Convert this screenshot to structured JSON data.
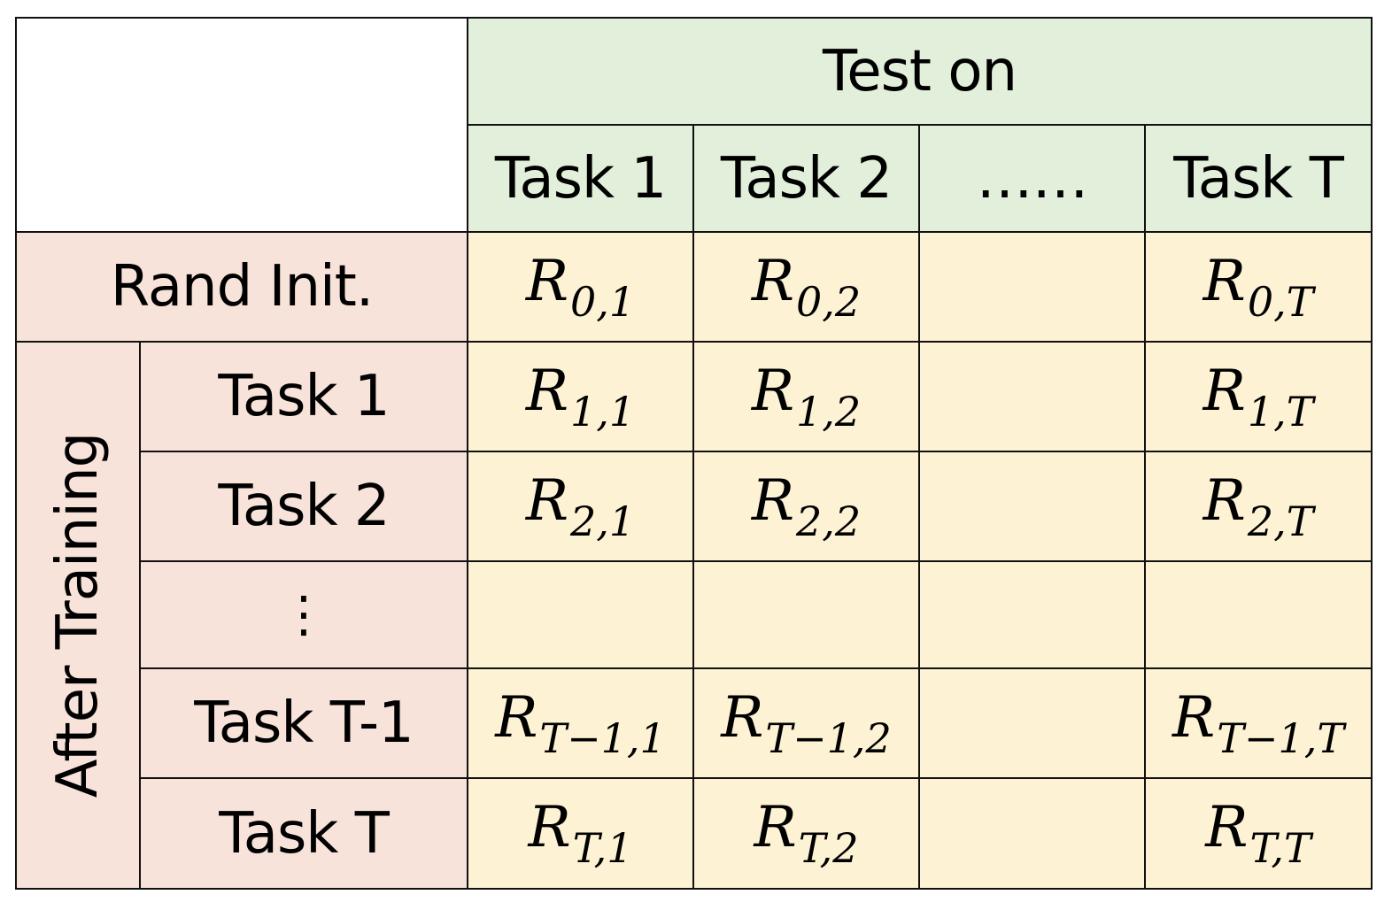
{
  "header": {
    "test_on": "Test on",
    "columns": [
      "Task 1",
      "Task 2",
      "……",
      "Task T"
    ]
  },
  "rows": {
    "rand_init": "Rand Init.",
    "after_training": "After Training",
    "labels": [
      "Task 1",
      "Task 2",
      "⋮",
      "Task T-1",
      "Task T"
    ]
  },
  "cells": {
    "r0": [
      {
        "base": "R",
        "sub": "0,1"
      },
      {
        "base": "R",
        "sub": "0,2"
      },
      {
        "base": "",
        "sub": ""
      },
      {
        "base": "R",
        "sub": "0,T"
      }
    ],
    "r1": [
      {
        "base": "R",
        "sub": "1,1"
      },
      {
        "base": "R",
        "sub": "1,2"
      },
      {
        "base": "",
        "sub": ""
      },
      {
        "base": "R",
        "sub": "1,T"
      }
    ],
    "r2": [
      {
        "base": "R",
        "sub": "2,1"
      },
      {
        "base": "R",
        "sub": "2,2"
      },
      {
        "base": "",
        "sub": ""
      },
      {
        "base": "R",
        "sub": "2,T"
      }
    ],
    "r3": [
      {
        "base": "",
        "sub": ""
      },
      {
        "base": "",
        "sub": ""
      },
      {
        "base": "",
        "sub": ""
      },
      {
        "base": "",
        "sub": ""
      }
    ],
    "r4": [
      {
        "base": "R",
        "sub": "T−1,1"
      },
      {
        "base": "R",
        "sub": "T−1,2"
      },
      {
        "base": "",
        "sub": ""
      },
      {
        "base": "R",
        "sub": "T−1,T"
      }
    ],
    "r5": [
      {
        "base": "R",
        "sub": "T,1"
      },
      {
        "base": "R",
        "sub": "T,2"
      },
      {
        "base": "",
        "sub": ""
      },
      {
        "base": "R",
        "sub": "T,T"
      }
    ]
  },
  "colors": {
    "header_green": "#e2efda",
    "row_header_pink": "#f8e3da",
    "cell_yellow": "#fdf2d3",
    "border": "#111111"
  }
}
